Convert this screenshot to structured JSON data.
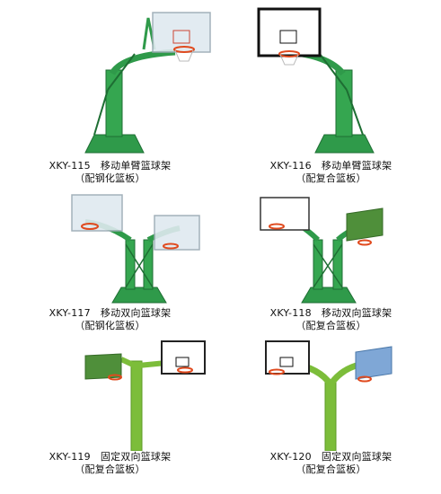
{
  "items": [
    {
      "model": "XKY-115",
      "name": "移动单臂篮球架",
      "sub": "（配钢化篮板）"
    },
    {
      "model": "XKY-116",
      "name": "移动单臂篮球架",
      "sub": "（配复合篮板）"
    },
    {
      "model": "XKY-117",
      "name": "移动双向篮球架",
      "sub": "（配钢化篮板）"
    },
    {
      "model": "XKY-118",
      "name": "移动双向篮球架",
      "sub": "（配复合篮板）"
    },
    {
      "model": "XKY-119",
      "name": "固定双向篮球架",
      "sub": "（配复合篮板）"
    },
    {
      "model": "XKY-120",
      "name": "固定双向篮球架",
      "sub": "（配复合篮板）"
    }
  ],
  "colors": {
    "frame_green": "#2f9a4a",
    "frame_dark": "#1e6e33",
    "fixed_green": "#7cbd3a",
    "glass_board": "#dfe9f0",
    "composite_board": "#ffffff",
    "board_edge": "#111111",
    "rim": "#e04a1e",
    "composite_green_board": "#4f8f3a",
    "blue_board": "#7fa7d6"
  }
}
